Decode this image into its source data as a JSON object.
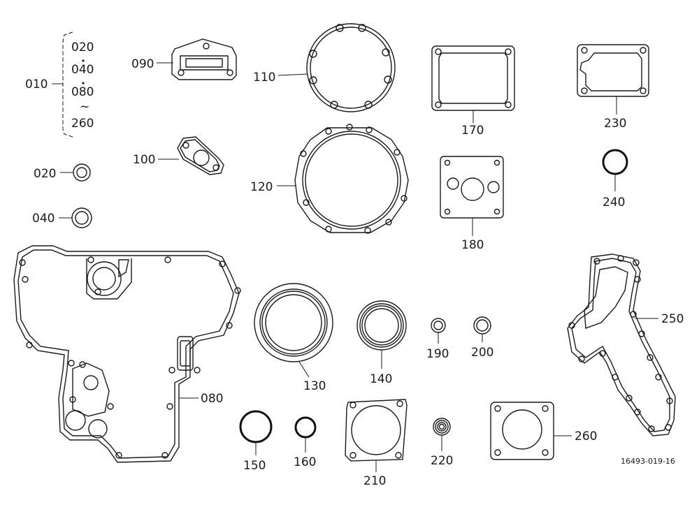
{
  "colors": {
    "line": "#1a1a1a",
    "background": "#ffffff"
  },
  "labels": {
    "p010": "010",
    "set_020": "020",
    "set_040": "040",
    "set_080": "080",
    "set_tilde": "~",
    "set_260": "260",
    "p020": "020",
    "p040": "040",
    "p080": "080",
    "p090": "090",
    "p100": "100",
    "p110": "110",
    "p120": "120",
    "p130": "130",
    "p140": "140",
    "p150": "150",
    "p160": "160",
    "p170": "170",
    "p180": "180",
    "p190": "190",
    "p200": "200",
    "p210": "210",
    "p220": "220",
    "p230": "230",
    "p240": "240",
    "p250": "250",
    "p260": "260"
  },
  "drawing_number": "16493-019-16"
}
